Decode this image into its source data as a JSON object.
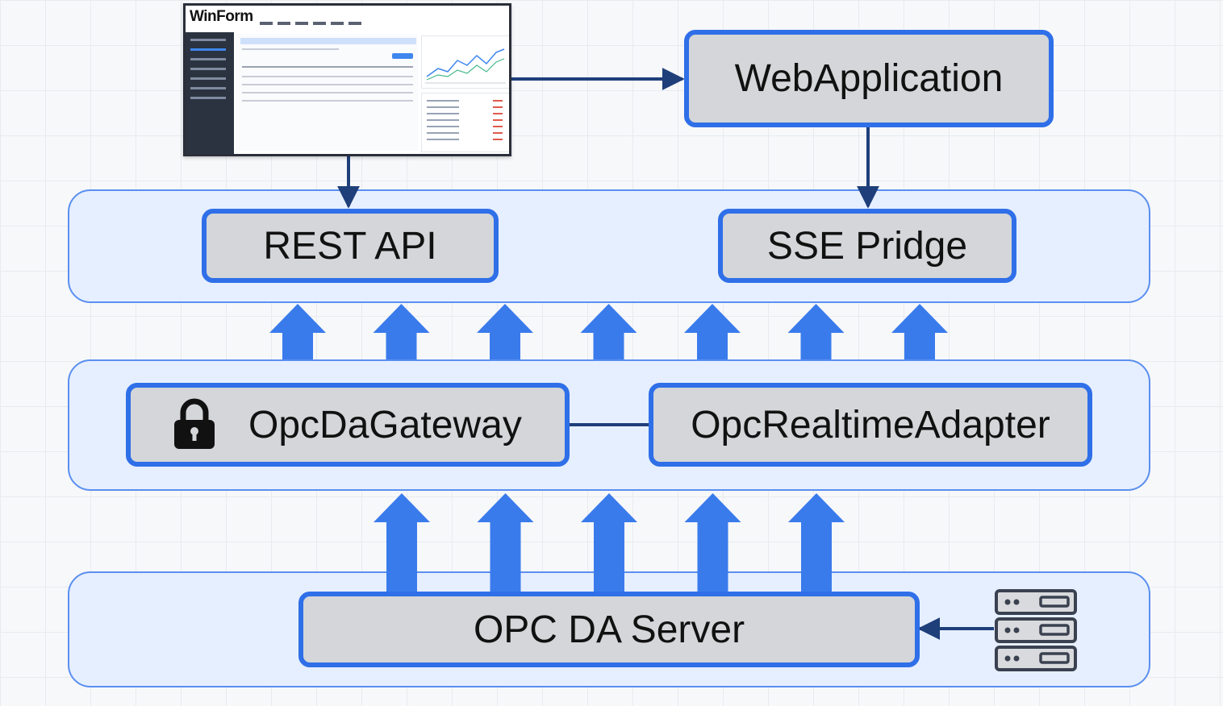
{
  "nodes": {
    "winform": {
      "title": "WinForm"
    },
    "web_application": {
      "label": "WebApplication"
    },
    "rest_api": {
      "label": "REST API"
    },
    "sse_bridge": {
      "label": "SSE Pridge"
    },
    "opc_da_gateway": {
      "label": "OpcDaGateway"
    },
    "opc_realtime_adapter": {
      "label": "OpcRealtimeAdapter"
    },
    "opc_da_server": {
      "label": "OPC DA Server"
    }
  },
  "icons": {
    "gateway": "lock-icon",
    "server": "server-rack-icon"
  },
  "colors": {
    "accent": "#2f6fe8",
    "arrow_fill": "#3a7bec",
    "connector": "#1f3f7a",
    "layer_fill": "#e6efff",
    "node_fill": "#d4d6d9"
  },
  "up_arrows": {
    "middle_to_top_count": 7,
    "bottom_to_middle_count": 5
  }
}
